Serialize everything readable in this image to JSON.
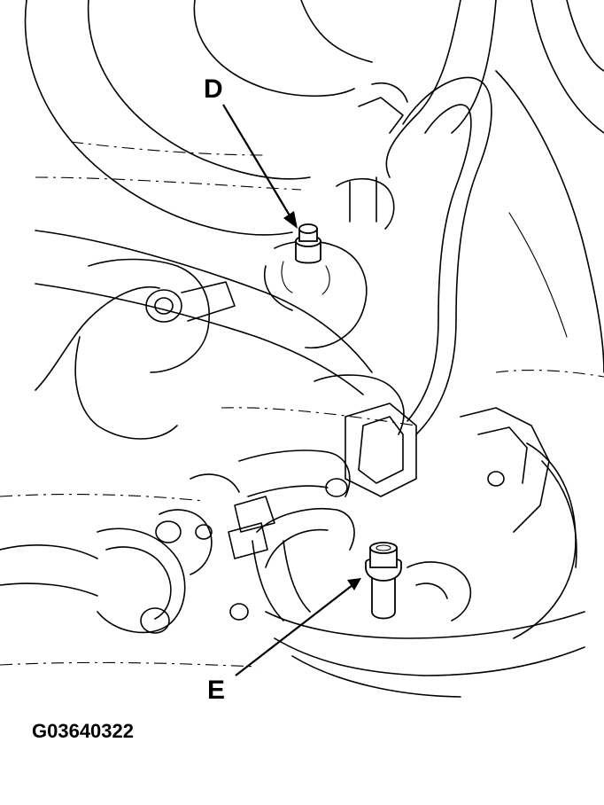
{
  "figure": {
    "code": "G03640322",
    "callouts": [
      {
        "id": "D",
        "label": "D"
      },
      {
        "id": "E",
        "label": "E"
      }
    ]
  }
}
